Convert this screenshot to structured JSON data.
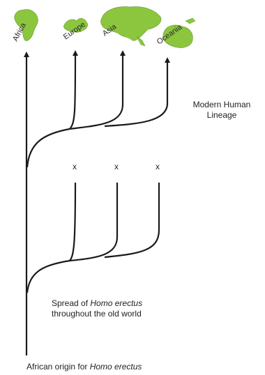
{
  "diagram": {
    "continents": [
      {
        "name": "Africa"
      },
      {
        "name": "Europe"
      },
      {
        "name": "Asia"
      },
      {
        "name": "Oceania"
      }
    ],
    "modern_lineage_label": [
      "Modern Human",
      "Lineage"
    ],
    "extinct_marker": "x",
    "spread_caption": {
      "prefix": "Spread of ",
      "species": "Homo erectus",
      "line2": "throughout the old world"
    },
    "origin_caption": {
      "prefix": "African origin for ",
      "species": "Homo erectus"
    },
    "colors": {
      "line": "#1a1a1a",
      "land": "#8cc63f",
      "land_dark": "#4f8a1e"
    }
  }
}
